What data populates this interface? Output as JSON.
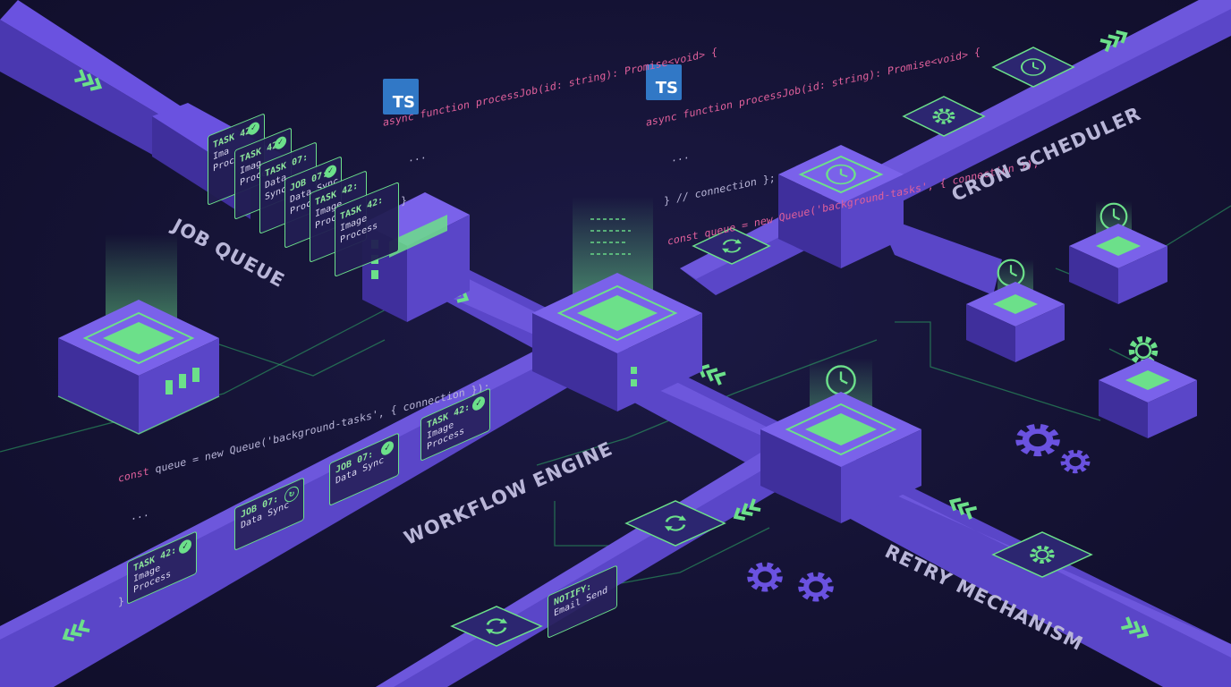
{
  "labels": {
    "job_queue": "JOB QUEUE",
    "cron_scheduler": "CRON SCHEDULER",
    "workflow_engine": "WORKFLOW ENGINE",
    "retry_mechanism": "RETRY MECHANISM"
  },
  "ts_badge": "TS",
  "code_top_left": {
    "line1": "async function processJob(id: string): Promise<void> {",
    "line2": "...",
    "line3": "}"
  },
  "code_top_right": {
    "line1": "async function processJob(id: string): Promise<void> {",
    "line2": "...",
    "line3": "} // connection };",
    "line4_kw": "const",
    "line4_rest": " queue = new Queue('background-tasks', { connection });"
  },
  "code_mid_left": {
    "line1_kw": "const",
    "line1_rest": " queue = new Queue('background-tasks', { connection });",
    "line2": "...",
    "line3": "...",
    "line4": "}"
  },
  "queue_cards": [
    {
      "title": "TASK 42:",
      "body": "Ima\nProc"
    },
    {
      "title": "TASK 42:",
      "body": "Imag\nProce"
    },
    {
      "title": "TASK 07:",
      "body": "Data\nSync"
    },
    {
      "title": "JOB 07:",
      "body": "Data Sync\nProc"
    },
    {
      "title": "TASK 42:",
      "body": "Image\nProc"
    },
    {
      "title": "TASK 42:",
      "body": "Image Process"
    }
  ],
  "belt_cards": [
    {
      "title": "TASK 42:",
      "body": "Image\nProcess"
    },
    {
      "title": "JOB 07:",
      "body": "Data Sync"
    },
    {
      "title": "JOB 07:",
      "body": "Data Sync"
    },
    {
      "title": "TASK 42:",
      "body": "Image\nProcess"
    },
    {
      "title": "NOTIFY:",
      "body": "Email Send"
    }
  ],
  "colors": {
    "background": "#141233",
    "pipe": "#5a46c8",
    "accent_green": "#6ce08a",
    "label": "#b9b6d8",
    "keyword": "#e0609b",
    "ts_blue": "#3178c6"
  },
  "icons": [
    "clock-icon",
    "refresh-icon",
    "gear-icon",
    "check-icon",
    "chevron-right-icon",
    "chevron-left-icon"
  ]
}
